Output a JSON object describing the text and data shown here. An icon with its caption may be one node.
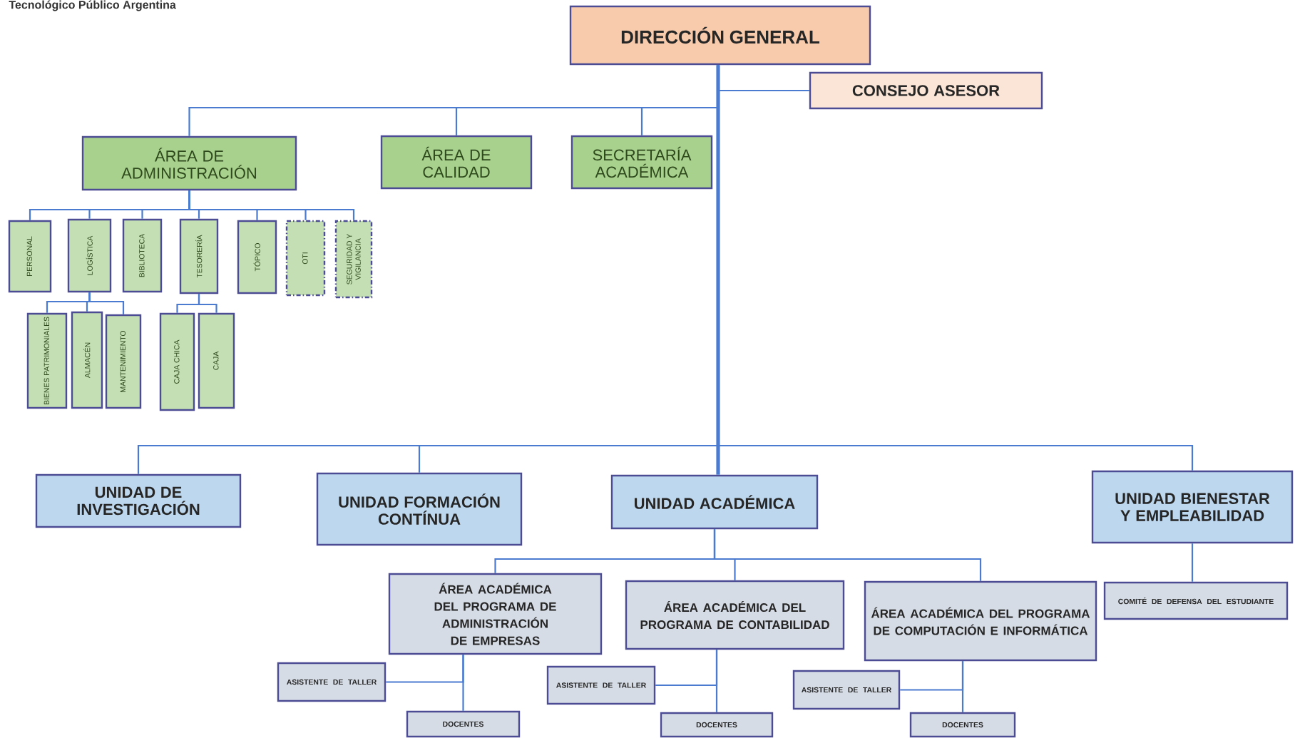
{
  "diagram": {
    "nodes": [
      {
        "text": [
          "DIRECCIÓN GENERAL"
        ]
      },
      {
        "text": [
          "CONSEJO ASESOR"
        ]
      },
      {
        "text": [
          "ÁREA DE ADMINISTRACIÓN"
        ]
      },
      {
        "text": [
          "ÁREA DE CALIDAD"
        ]
      },
      {
        "text": [
          "SECRETARÍA ACADÉMICA"
        ]
      },
      {
        "text": [
          "PERSONAL"
        ]
      },
      {
        "text": [
          "LOGÍSTICA"
        ]
      },
      {
        "text": [
          "BIBLIOTECA"
        ]
      },
      {
        "text": [
          "TESORERÍA"
        ]
      },
      {
        "text": [
          "TÓPICO"
        ]
      },
      {
        "text": [
          "OTI"
        ]
      },
      {
        "text": [
          "SEGURIDAD Y VIGILANCIA"
        ]
      },
      {
        "text": [
          "BIENES PATRIMONIALES"
        ]
      },
      {
        "text": [
          "ALMACÉN"
        ]
      },
      {
        "text": [
          "MANTENIMIENTO"
        ]
      },
      {
        "text": [
          "CAJA CHICA"
        ]
      },
      {
        "text": [
          "CAJA"
        ]
      },
      {
        "text": [
          "UNIDAD DE INVESTIGACIÓN"
        ]
      },
      {
        "text": [
          "UNIDAD FORMACIÓN CONTÍNUA"
        ]
      },
      {
        "text": [
          "UNIDAD ACADÉMICA"
        ]
      },
      {
        "text": [
          "UNIDAD BIENESTAR Y EMPLEABILIDAD"
        ]
      },
      {
        "text": [
          "ÁREA ACADÉMICA DEL PROGRAMA DE ADMINISTRACIÓN DE EMPRESAS"
        ]
      },
      {
        "text": [
          "ASISTENTE DE TALLER"
        ]
      },
      {
        "text": [
          "DOCENTES"
        ]
      },
      {
        "text": [
          "ÁREA ACADÉMICA DEL PROGRAMA DE CONTABILIDAD"
        ]
      },
      {
        "text": [
          "ASISTENTE DE TALLER"
        ]
      },
      {
        "text": [
          "DOCENTES"
        ]
      },
      {
        "text": [
          "ÁREA ACADÉMICA DEL PROGRAMA DE COMPUTACIÓN E INFORMÁTICA"
        ]
      },
      {
        "text": [
          "ASISTENTE DE TALLER"
        ]
      },
      {
        "text": [
          "DOCENTES"
        ]
      },
      {
        "text": [
          "COMITÉ DE DEFENSA DEL ESTUDIANTE"
        ]
      }
    ],
    "edges": [
      {
        "from": 0,
        "to": 1,
        "arrow": "none"
      },
      {
        "from": 0,
        "to": 2,
        "arrow": "none"
      },
      {
        "from": 0,
        "to": 3,
        "arrow": "none"
      },
      {
        "from": 0,
        "to": 4,
        "arrow": "none"
      },
      {
        "from": 0,
        "to": 17,
        "arrow": "none"
      },
      {
        "from": 0,
        "to": 18,
        "arrow": "none"
      },
      {
        "from": 0,
        "to": 19,
        "arrow": "none",
        "style": "thick"
      },
      {
        "from": 0,
        "to": 20,
        "arrow": "none"
      },
      {
        "from": 2,
        "to": 5,
        "arrow": "none"
      },
      {
        "from": 2,
        "to": 6,
        "arrow": "none"
      },
      {
        "from": 2,
        "to": 7,
        "arrow": "none"
      },
      {
        "from": 2,
        "to": 8,
        "arrow": "none"
      },
      {
        "from": 2,
        "to": 9,
        "arrow": "none"
      },
      {
        "from": 2,
        "to": 10,
        "arrow": "none"
      },
      {
        "from": 2,
        "to": 11,
        "arrow": "none"
      },
      {
        "from": 6,
        "to": 12,
        "arrow": "none"
      },
      {
        "from": 6,
        "to": 13,
        "arrow": "none"
      },
      {
        "from": 6,
        "to": 14,
        "arrow": "none"
      },
      {
        "from": 8,
        "to": 15,
        "arrow": "none"
      },
      {
        "from": 8,
        "to": 16,
        "arrow": "none"
      },
      {
        "from": 19,
        "to": 21,
        "arrow": "none"
      },
      {
        "from": 19,
        "to": 24,
        "arrow": "none"
      },
      {
        "from": 19,
        "to": 27,
        "arrow": "none"
      },
      {
        "from": 20,
        "to": 30,
        "arrow": "none"
      },
      {
        "from": 21,
        "to": 22,
        "arrow": "none"
      },
      {
        "from": 21,
        "to": 23,
        "arrow": "none"
      },
      {
        "from": 24,
        "to": 25,
        "arrow": "none"
      },
      {
        "from": 24,
        "to": 26,
        "arrow": "none"
      },
      {
        "from": 27,
        "to": 28,
        "arrow": "none"
      },
      {
        "from": 27,
        "to": 29,
        "arrow": "none"
      }
    ],
    "labels": [
      "Tecnológico Público Argentina"
    ]
  }
}
